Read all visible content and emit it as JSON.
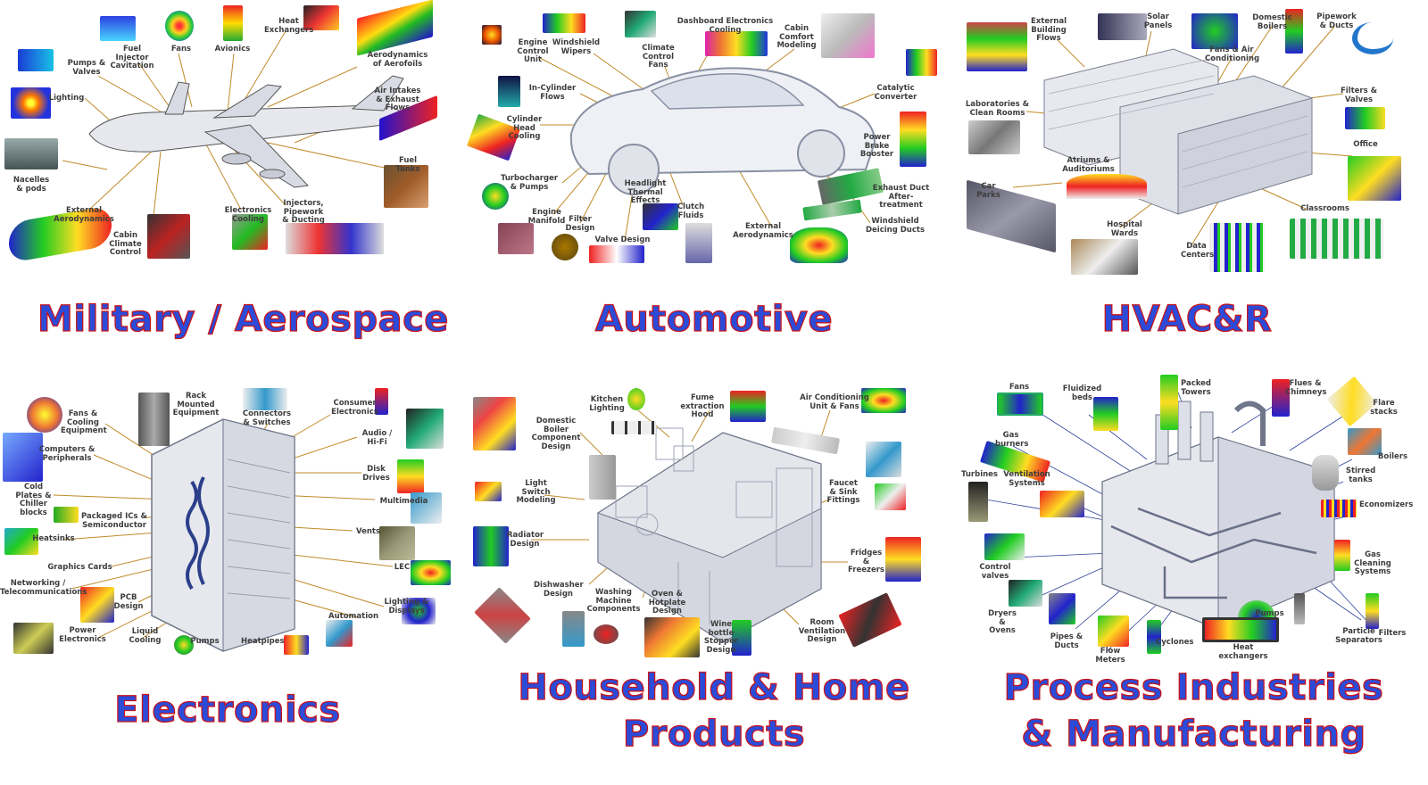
{
  "sections": [
    {
      "title": "Military / Aerospace",
      "labels": [
        "Pumps &\nValves",
        "Fuel Injector\nCavitation",
        "Fans",
        "Avionics",
        "Heat\nExchangers",
        "Aerodynamics\nof Aerofoils",
        "Lighting",
        "Air Intakes\n& Exhaust\nFlows",
        "Fuel Tanks",
        "Nacelles\n& pods",
        "External\nAerodynamics",
        "Cabin\nClimate\nControl",
        "Electronics\nCooling",
        "Injectors,\nPipework\n& Ducting"
      ]
    },
    {
      "title": "Automotive",
      "labels": [
        "Engine\nControl\nUnit",
        "Windshield\nWipers",
        "Dashboard Electronics\nCooling",
        "Climate\nControl\nFans",
        "Cabin\nComfort\nModeling",
        "In-Cylinder\nFlows",
        "Catalytic\nConverter",
        "Cylinder\nHead\nCooling",
        "Power\nBrake\nBooster",
        "Turbocharger\n& Pumps",
        "Headlight\nThermal\nEffects",
        "Clutch\nFluids",
        "Exhaust Duct\nAfter-treatment",
        "Engine\nManifold",
        "Filter\nDesign",
        "External\nAerodynamics",
        "Windshield\nDeicing Ducts",
        "Valve Design"
      ]
    },
    {
      "title": "HVAC&R",
      "labels": [
        "External\nBuilding\nFlows",
        "Solar\nPanels",
        "Domestic\nBoilers",
        "Pipework\n& Ducts",
        "Fans & Air\nConditioning",
        "Laboratories &\nClean Rooms",
        "Filters &\nValves",
        "Office",
        "Atriums &\nAuditoriums",
        "Car Parks",
        "Classrooms",
        "Hospital\nWards",
        "Data\nCenters"
      ]
    },
    {
      "title": "Electronics",
      "labels": [
        "Rack\nMounted\nEquipment",
        "Fans &\nCooling\nEquipment",
        "Connectors\n& Switches",
        "Consumer\nElectronics",
        "Computers &\nPeripherals",
        "Audio /\nHi-Fi",
        "Cold\nPlates &\nChiller\nblocks",
        "Disk\nDrives",
        "Packaged ICs &\nSemiconductor",
        "Multimedia",
        "Heatsinks",
        "Vents",
        "Graphics Cards",
        "LEC",
        "Networking /\nTelecommunications",
        "PCB\nDesign",
        "Lighting &\nDisplays",
        "Automation",
        "Power\nElectronics",
        "Liquid\nCooling",
        "Pumps",
        "Heatpipes"
      ]
    },
    {
      "title": "Household & Home\nProducts",
      "labels": [
        "Kitchen\nLighting",
        "Fume\nextraction\nHood",
        "Air Conditioning\nUnit & Fans",
        "Domestic Boiler\nComponent\nDesign",
        "Light\nSwitch\nModeling",
        "Faucet\n& Sink\nFittings",
        "Radiator\nDesign",
        "Fridges &\nFreezers",
        "Dishwasher\nDesign",
        "Washing\nMachine\nComponents",
        "Oven &\nHotplate\nDesign",
        "Wine\nbottle\nStopper\nDesign",
        "Room\nVentilation\nDesign"
      ]
    },
    {
      "title": "Process Industries\n& Manufacturing",
      "labels": [
        "Fans",
        "Fluidized\nbeds",
        "Packed\nTowers",
        "Flues &\nChimneys",
        "Flare\nstacks",
        "Gas\nburners",
        "Boilers",
        "Turbines",
        "Ventilation\nSystems",
        "Stirred\ntanks",
        "Economizers",
        "Control\nvalves",
        "Gas\nCleaning\nSystems",
        "Dryers &\nOvens",
        "Pumps",
        "Pipes &\nDucts",
        "Particle\nSeparators",
        "Filters",
        "Flow\nMeters",
        "Cyclones",
        "Heat exchangers"
      ]
    }
  ],
  "colors": {
    "title_fill": "#2b4bd8",
    "title_outline": "#c8141c",
    "leader": "#c08a2a",
    "machine": "#dde1ea"
  }
}
